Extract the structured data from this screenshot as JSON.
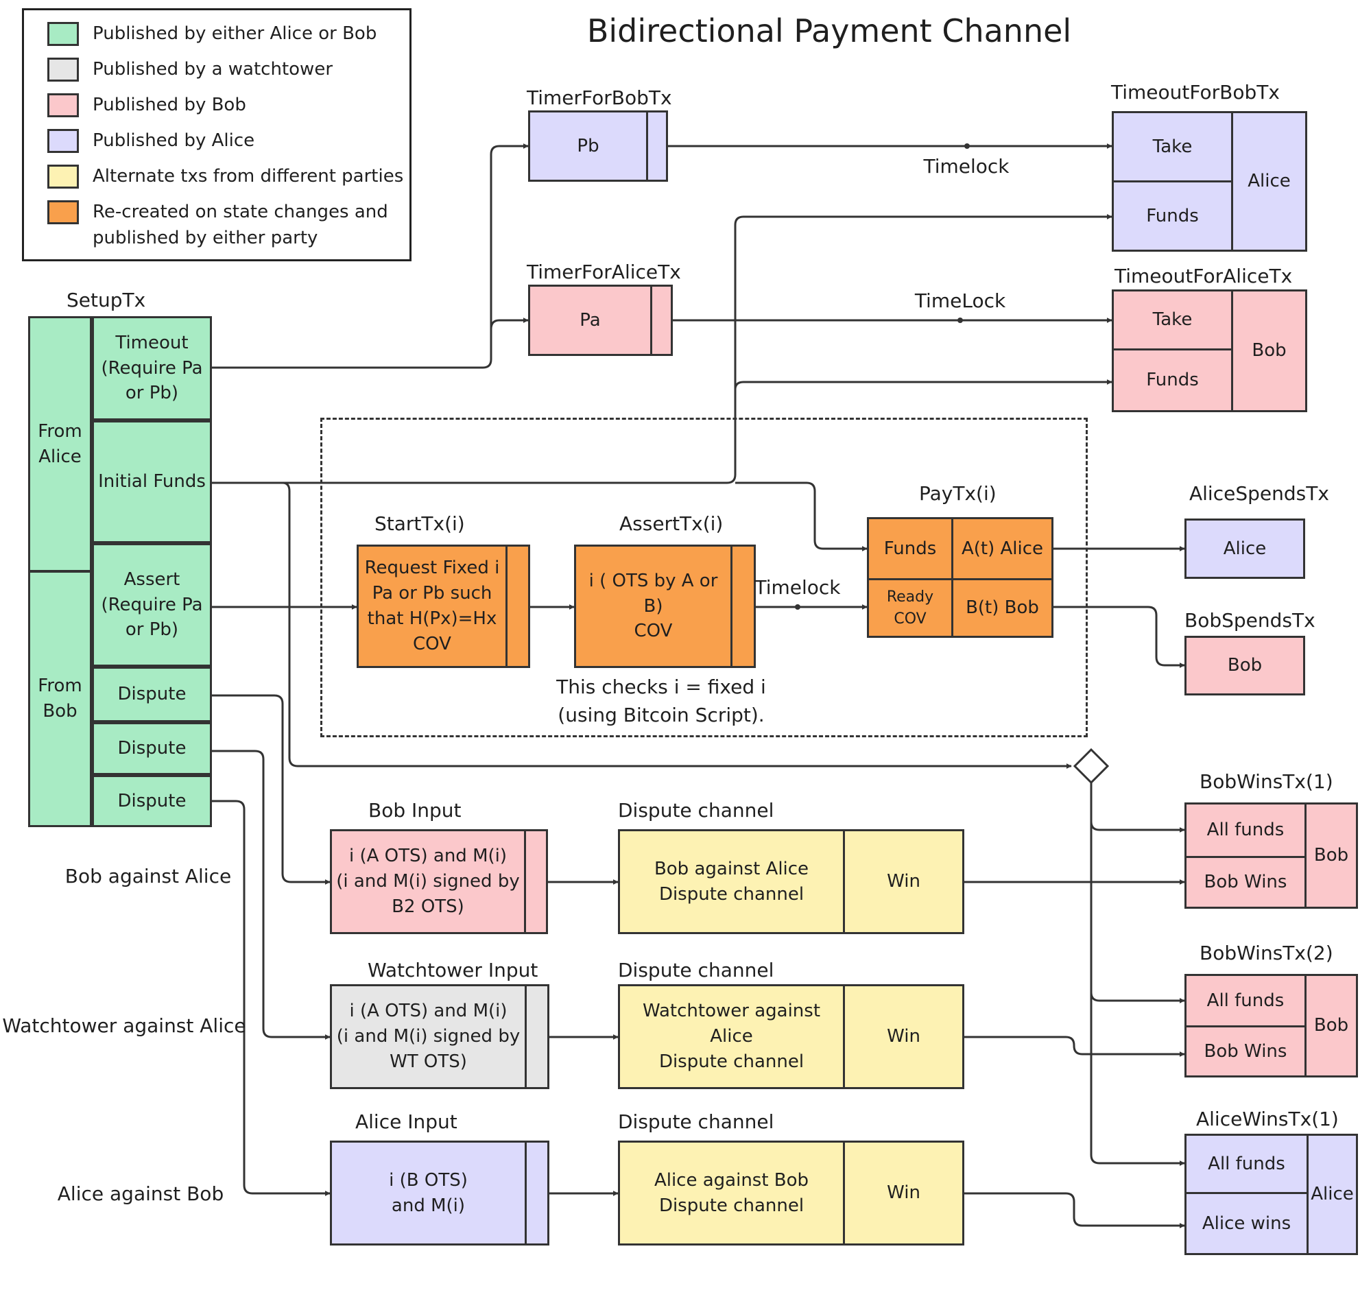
{
  "title": "Bidirectional Payment Channel",
  "legend": [
    {
      "label": "Published by either Alice or Bob",
      "color": "#a8ebc4"
    },
    {
      "label": "Published by a watchtower",
      "color": "#e6e6e6"
    },
    {
      "label": "Published by Bob",
      "color": "#fbc8cb"
    },
    {
      "label": "Published by Alice",
      "color": "#dcdafc"
    },
    {
      "label": "Alternate txs from different parties",
      "color": "#fdf2b3"
    },
    {
      "label": "Re-created on state changes and\npublished by either party",
      "color": "#f9a04c"
    }
  ],
  "setup": {
    "title": "SetupTx",
    "from_alice": "From\nAlice",
    "from_bob": "From\nBob",
    "timeout": "Timeout\n(Require Pa\nor Pb)",
    "initial_funds": "Initial Funds",
    "assert": "Assert\n(Require Pa\nor Pb)",
    "dispute_1": "Dispute",
    "dispute_2": "Dispute",
    "dispute_3": "Dispute"
  },
  "timers": {
    "bob_title": "TimerForBobTx",
    "bob_box": "Pb",
    "alice_title": "TimerForAliceTx",
    "alice_box": "Pa"
  },
  "timeouts": {
    "bob_title": "TimeoutForBobTx",
    "bob_take": "Take",
    "bob_funds": "Funds",
    "bob_owner": "Alice",
    "alice_title": "TimeoutForAliceTx",
    "alice_take": "Take",
    "alice_funds": "Funds",
    "alice_owner": "Bob",
    "timelock_1": "Timelock",
    "timelock_2": "TimeLock"
  },
  "channel": {
    "start_title": "StartTx(i)",
    "start_box": "Request Fixed i\nPa or Pb such\nthat H(Px)=Hx\nCOV",
    "assert_title": "AssertTx(i)",
    "assert_box": "i ( OTS by A or B)\nCOV",
    "assert_note": "This checks i = fixed i\n(using Bitcoin Script).",
    "timelock": "Timelock",
    "pay_title": "PayTx(i)",
    "pay_funds": "Funds",
    "pay_ready": "Ready\nCOV",
    "pay_alice": "A(t) Alice",
    "pay_bob": "B(t) Bob"
  },
  "spends": {
    "alice_title": "AliceSpendsTx",
    "alice_box": "Alice",
    "bob_title": "BobSpendsTx",
    "bob_box": "Bob"
  },
  "disputes": {
    "row_labels": [
      "Bob against Alice",
      "Watchtower against Alice",
      "Alice against Bob"
    ],
    "inputs": [
      {
        "title": "Bob Input",
        "text": "i (A OTS) and M(i)\n(i and M(i) signed by\nB2 OTS)"
      },
      {
        "title": "Watchtower Input",
        "text": "i (A OTS) and M(i)\n(i and M(i) signed by\nWT OTS)"
      },
      {
        "title": "Alice Input",
        "text": "i (B OTS)\nand M(i)"
      }
    ],
    "channel_title": "Dispute channel",
    "channels": [
      {
        "text": "Bob against Alice\nDispute channel",
        "win": "Win"
      },
      {
        "text": "Watchtower against Alice\nDispute channel",
        "win": "Win"
      },
      {
        "text": "Alice against Bob\nDispute channel",
        "win": "Win"
      }
    ]
  },
  "wins": [
    {
      "title": "BobWinsTx(1)",
      "top": "All funds",
      "bottom": "Bob Wins",
      "owner": "Bob"
    },
    {
      "title": "BobWinsTx(2)",
      "top": "All funds",
      "bottom": "Bob Wins",
      "owner": "Bob"
    },
    {
      "title": "AliceWinsTx(1)",
      "top": "All funds",
      "bottom": "Alice wins",
      "owner": "Alice"
    }
  ]
}
